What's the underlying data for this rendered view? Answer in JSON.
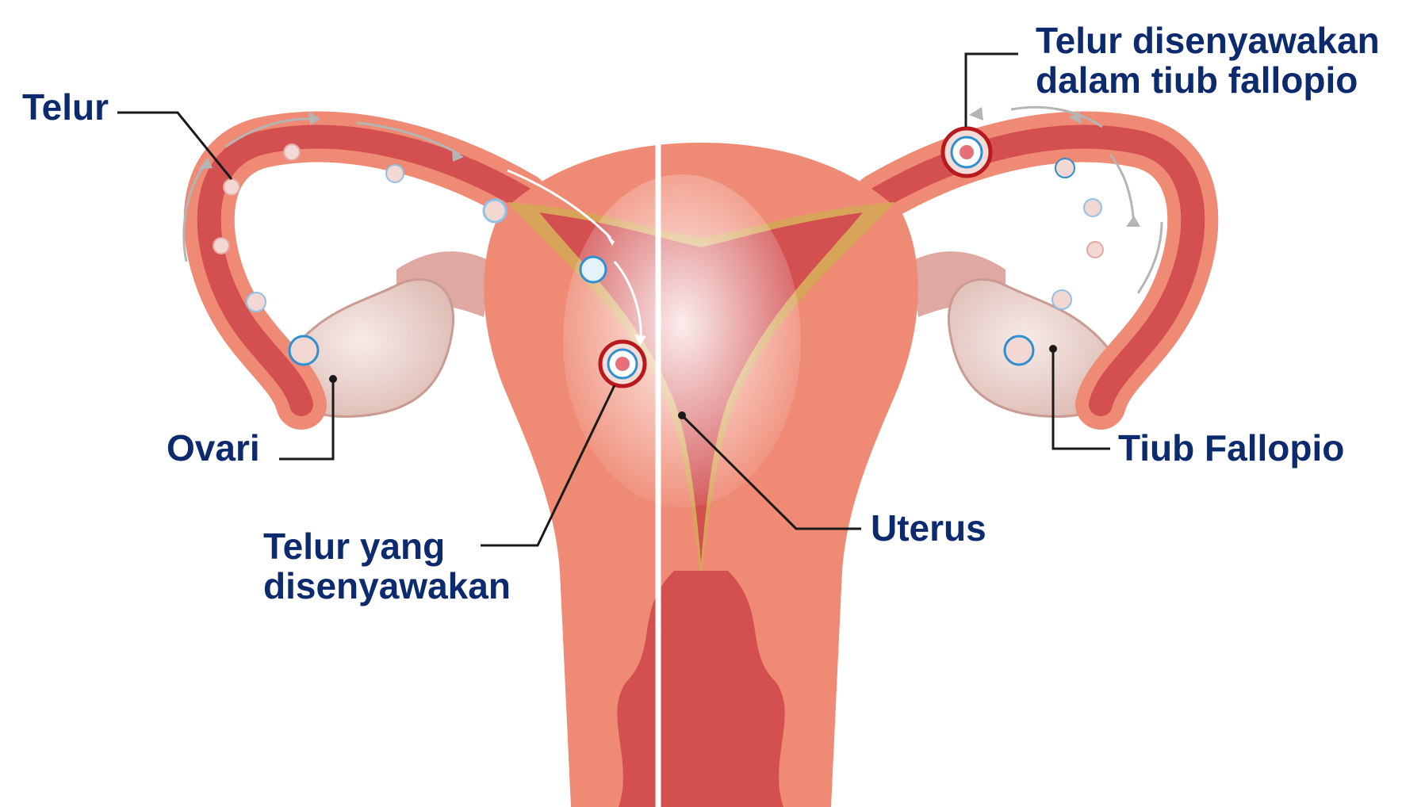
{
  "labels": {
    "egg": "Telur",
    "fertilized_in_tube_line1": "Telur disenyawakan",
    "fertilized_in_tube_line2": "dalam tiub fallopio",
    "ovary": "Ovari",
    "fallopian_tube": "Tiub Fallopio",
    "uterus": "Uterus",
    "fertilized_egg_line1": "Telur yang",
    "fertilized_egg_line2": "disenyawakan"
  },
  "colors": {
    "label_text": "#0c2a6e",
    "leader_line": "#1a1a1a",
    "organ_outer": "#ef8a74",
    "organ_inner": "#d34f50",
    "endometrium": "#d8a45a",
    "ovary_fill": "#ecd2cc",
    "highlight_ring": "#b7191c",
    "egg_ring": "#2f8fd3"
  }
}
